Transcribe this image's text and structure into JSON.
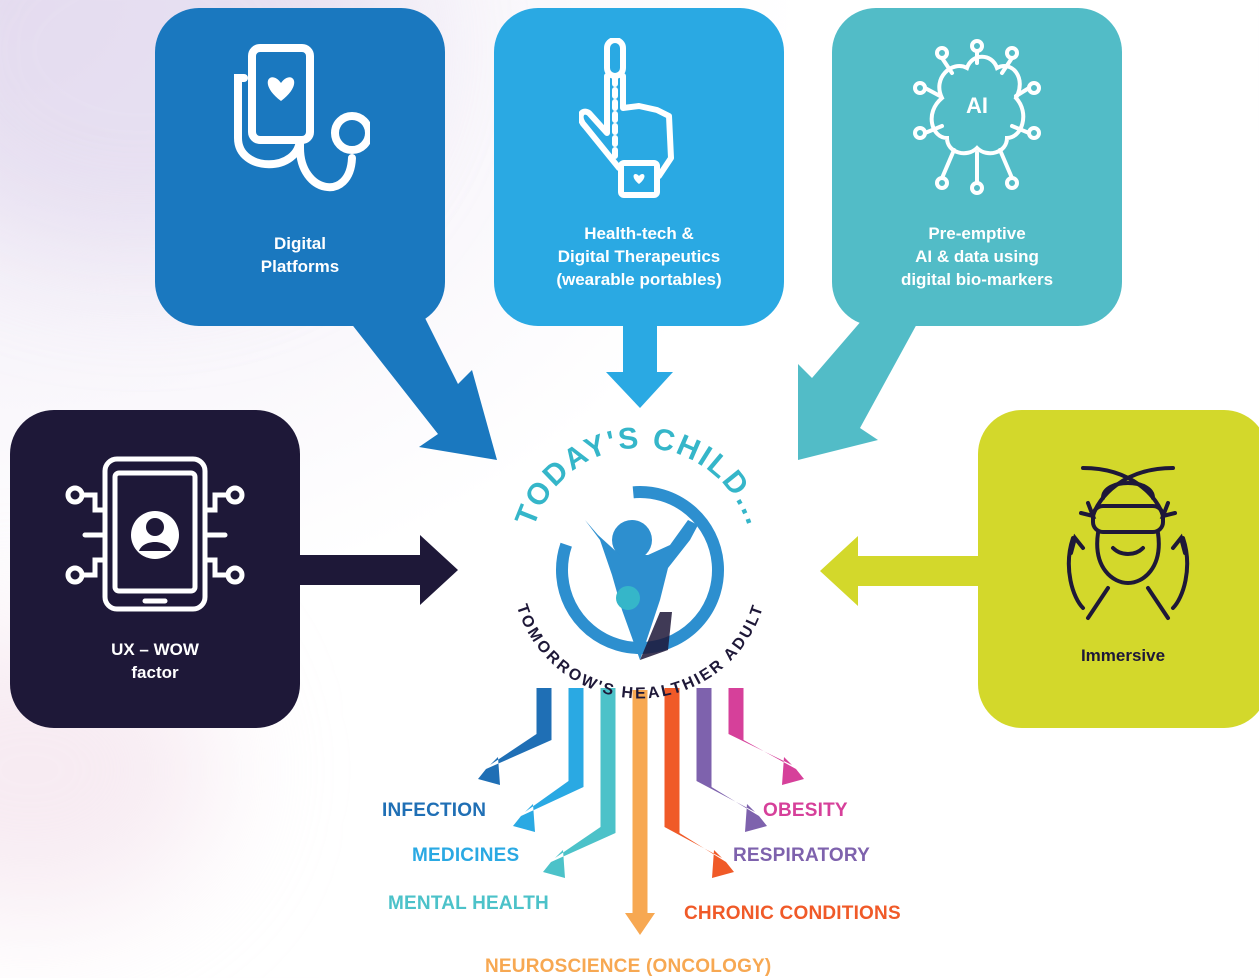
{
  "colors": {
    "digital_platforms": "#1a78bf",
    "health_tech": "#2aa9e3",
    "ai": "#52bcc7",
    "ux": "#1e1838",
    "immersive": "#d3d82b",
    "logo_blue": "#2d8fcf",
    "logo_teal": "#35b6c9",
    "logo_navy": "#1e1838"
  },
  "cards": {
    "digital_platforms": {
      "label": "Digital\nPlatforms",
      "icon": "stethoscope-phone-icon"
    },
    "health_tech": {
      "label": "Health-tech &\nDigital Therapeutics\n(wearable portables)",
      "icon": "wearable-finger-icon"
    },
    "ai": {
      "label": "Pre-emptive\nAI & data using\ndigital bio-markers",
      "icon": "ai-brain-icon",
      "icon_text": "AI"
    },
    "ux": {
      "label": "UX – WOW\nfactor",
      "icon": "tablet-user-circuit-icon"
    },
    "immersive": {
      "label": "Immersive",
      "icon": "vr-headset-icon"
    }
  },
  "logo": {
    "top_text": "TODAY'S CHILD...",
    "bottom_text": "TOMORROW'S HEALTHIER ADULT"
  },
  "conditions": [
    {
      "label": "INFECTION",
      "color": "#1f6fb5"
    },
    {
      "label": "MEDICINES",
      "color": "#2aa9e3"
    },
    {
      "label": "MENTAL HEALTH",
      "color": "#4cc2c9"
    },
    {
      "label": "NEUROSCIENCE (ONCOLOGY)",
      "color": "#f7a852"
    },
    {
      "label": "CHRONIC  CONDITIONS",
      "color": "#f05a28"
    },
    {
      "label": "RESPIRATORY",
      "color": "#7e62ad"
    },
    {
      "label": "OBESITY",
      "color": "#d6409a"
    }
  ]
}
